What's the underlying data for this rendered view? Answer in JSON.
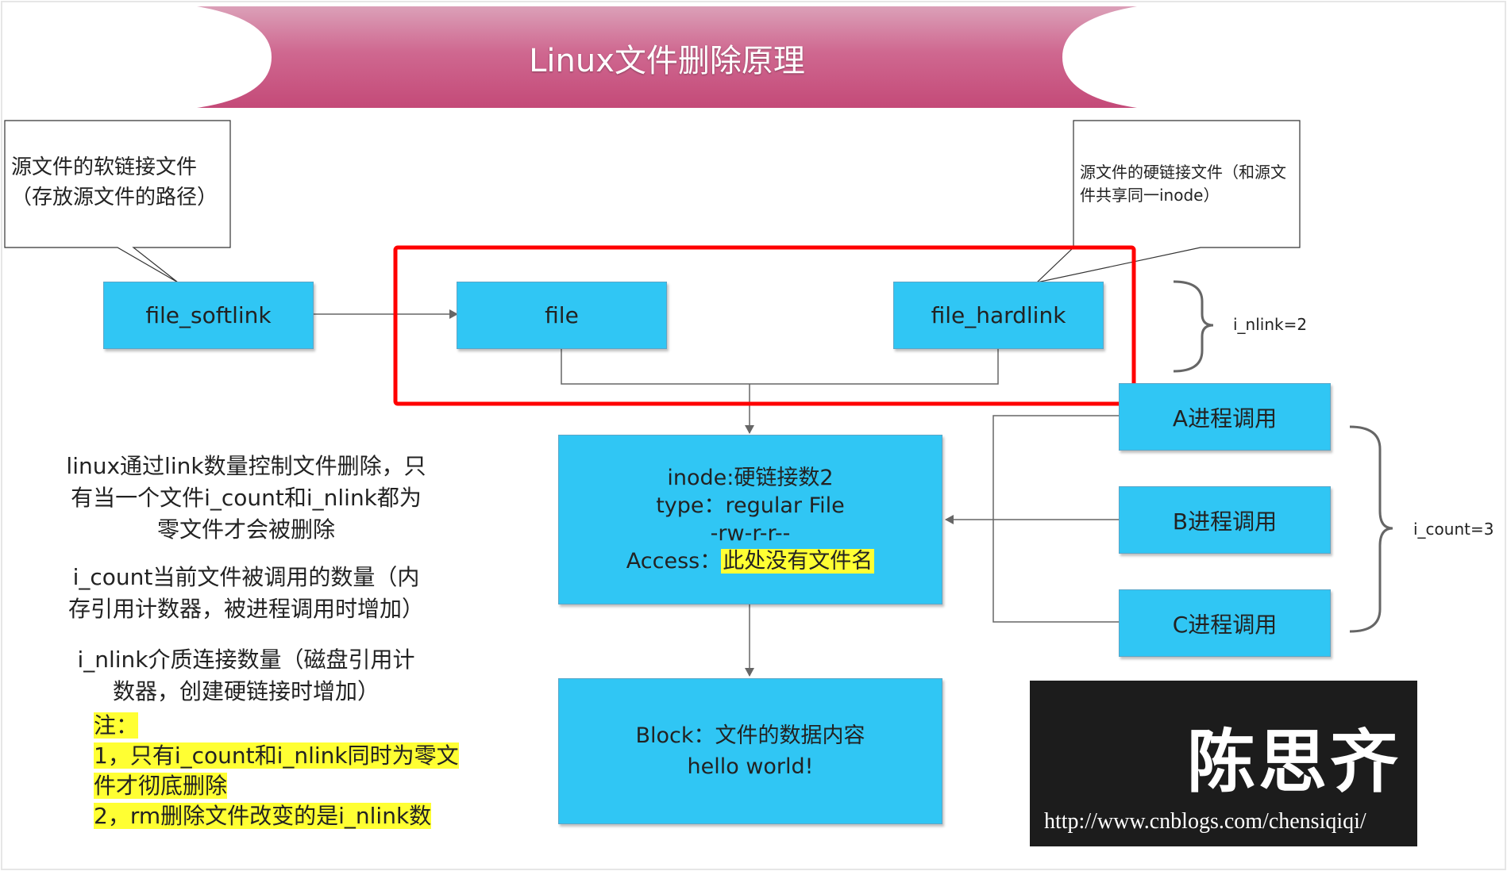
{
  "title": "Linux文件删除原理",
  "callouts": {
    "softlink_note_line1": "源文件的软链接文件",
    "softlink_note_line2": "（存放源文件的路径）",
    "hardlink_note_line1": "源文件的硬链接文件（和源文",
    "hardlink_note_line2": "件共享同一inode）"
  },
  "nodes": {
    "file_softlink": "file_softlink",
    "file": "file",
    "file_hardlink": "file_hardlink",
    "proc_a": "A进程调用",
    "proc_b": "B进程调用",
    "proc_c": "C进程调用"
  },
  "labels": {
    "i_nlink": "i_nlink=2",
    "i_count": "i_count=3"
  },
  "inode": {
    "line1": "inode:硬链接数2",
    "line2": "type：regular File",
    "line3": "-rw-r-r--",
    "line4_prefix": "Access：",
    "line4_highlight": "此处没有文件名"
  },
  "block": {
    "line1": "Block：文件的数据内容",
    "line2": "hello world!"
  },
  "explanation": {
    "p1_l1": "linux通过link数量控制文件删除，只",
    "p1_l2": "有当一个文件i_count和i_nlink都为",
    "p1_l3": "零文件才会被删除",
    "p2_l1": "i_count当前文件被调用的数量（内",
    "p2_l2": "存引用计数器，被进程调用时增加）",
    "p3_l1": "i_nlink介质连接数量（磁盘引用计",
    "p3_l2": "数器，创建硬链接时增加）"
  },
  "notes": {
    "n0": "注：",
    "n1a": "1，只有i_count和i_nlink同时为零文",
    "n1b": "件才彻底删除",
    "n2": "2，rm删除文件改变的是i_nlink数"
  },
  "logo": {
    "name": "陈思齐",
    "url": "http://www.cnblogs.com/chensiqiqi/"
  },
  "colors": {
    "box_fill": "#30c6f4",
    "banner": "#c94f7c",
    "highlight": "#ffff33",
    "red_frame": "#ff0000",
    "logo_bg": "#1c1c1c"
  }
}
